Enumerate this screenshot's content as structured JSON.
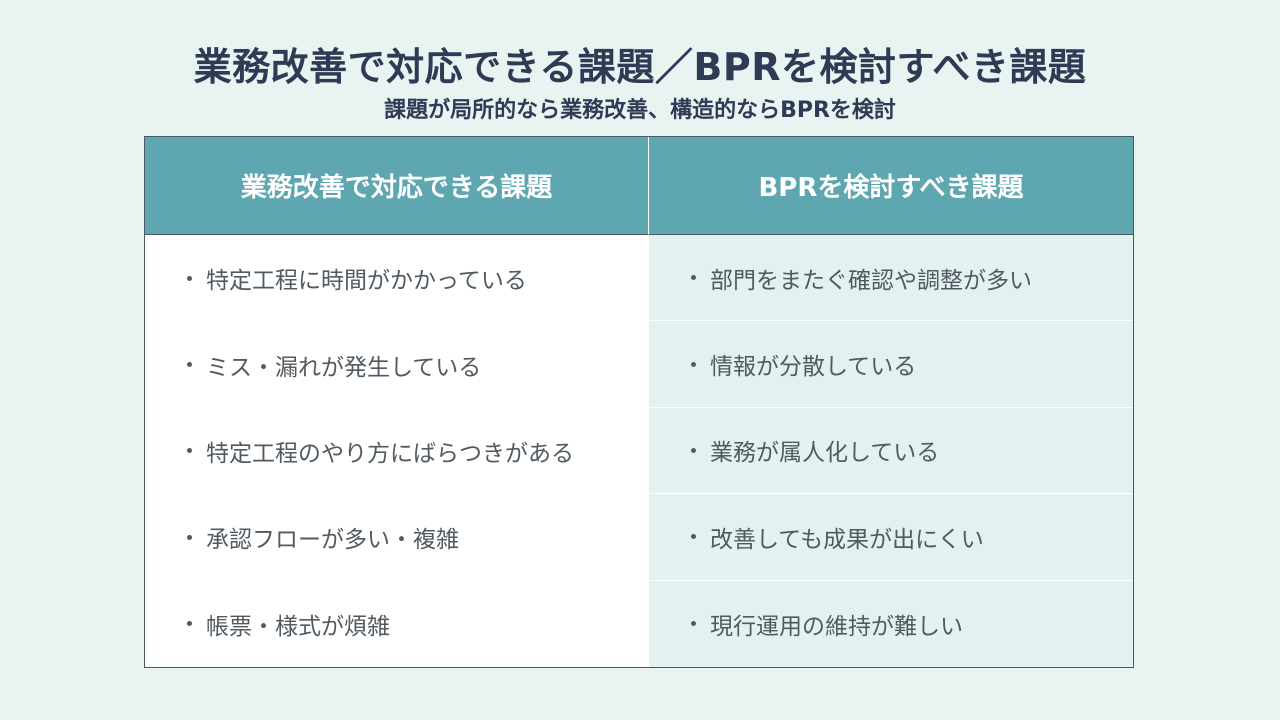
{
  "title": "業務改善で対応できる課題／BPRを検討すべき課題",
  "subtitle": "課題が局所的なら業務改善、構造的ならBPRを検討",
  "table": {
    "headers": [
      "業務改善で対応できる課題",
      "BPRを検討すべき課題"
    ],
    "left_items": [
      "特定工程に時間がかかっている",
      "ミス・漏れが発生している",
      "特定工程のやり方にばらつきがある",
      "承認フローが多い・複雑",
      "帳票・様式が煩雑"
    ],
    "right_items": [
      "部門をまたぐ確認や調整が多い",
      "情報が分散している",
      "業務が属人化している",
      "改善しても成果が出にくい",
      "現行運用の維持が難しい"
    ]
  },
  "colors": {
    "background": "#e9f3f2",
    "header": "#5fa7b0",
    "text_dark": "#2f3b55",
    "body_text": "#505a60",
    "right_column": "#e4f1f1"
  }
}
